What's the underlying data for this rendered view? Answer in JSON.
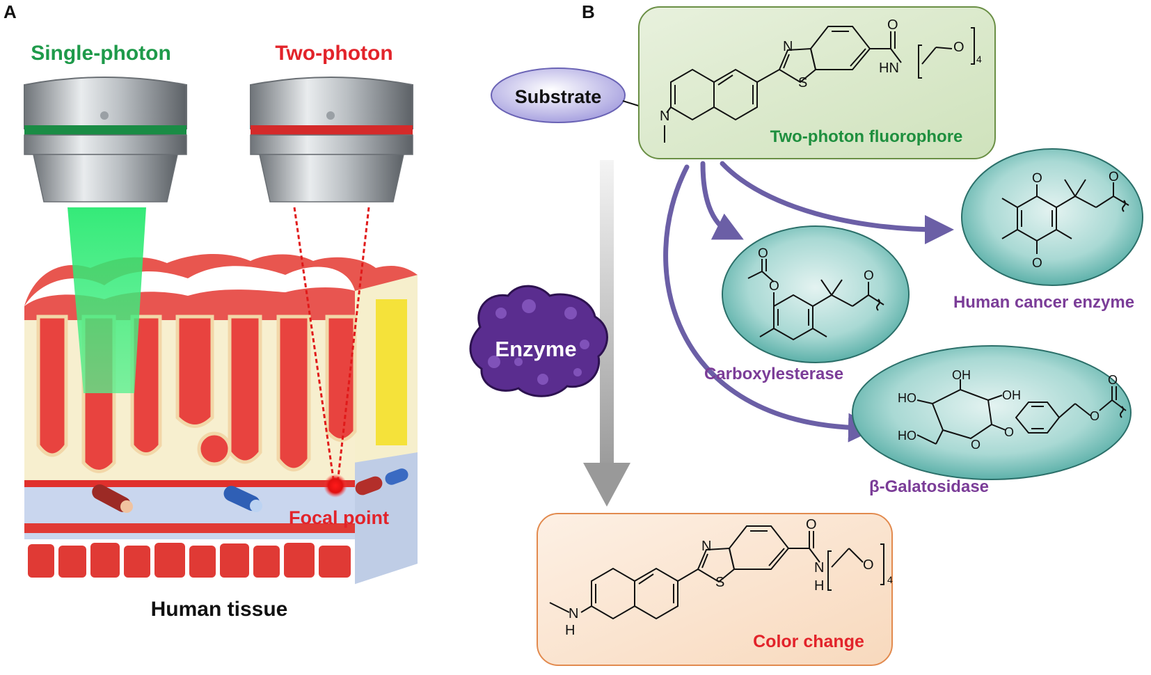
{
  "panel_a": {
    "letter": "A",
    "single_label": "Single-photon",
    "two_label": "Two-photon",
    "focal_label": "Focal point",
    "tissue_label": "Human tissue"
  },
  "panel_b": {
    "letter": "B",
    "substrate_label": "Substrate",
    "enzyme_label": "Enzyme",
    "fluorophore_label": "Two-photon fluorophore",
    "carboxyl_label": "Carboxylesterase",
    "cancer_label": "Human cancer enzyme",
    "galacto_label": "β-Galatosidase",
    "color_change_label": "Color change"
  },
  "chem": {
    "N": "N",
    "S": "S",
    "O": "O",
    "HN": "HN",
    "H": "H",
    "HO": "HO",
    "OH": "OH",
    "sub4": "4"
  },
  "colors": {
    "single_green": "#1e9a4a",
    "two_red": "#e2232a",
    "purple_text": "#7b3d98",
    "fluor_green": "#1e8f3e",
    "arrow_purple": "#6b5fa6"
  }
}
